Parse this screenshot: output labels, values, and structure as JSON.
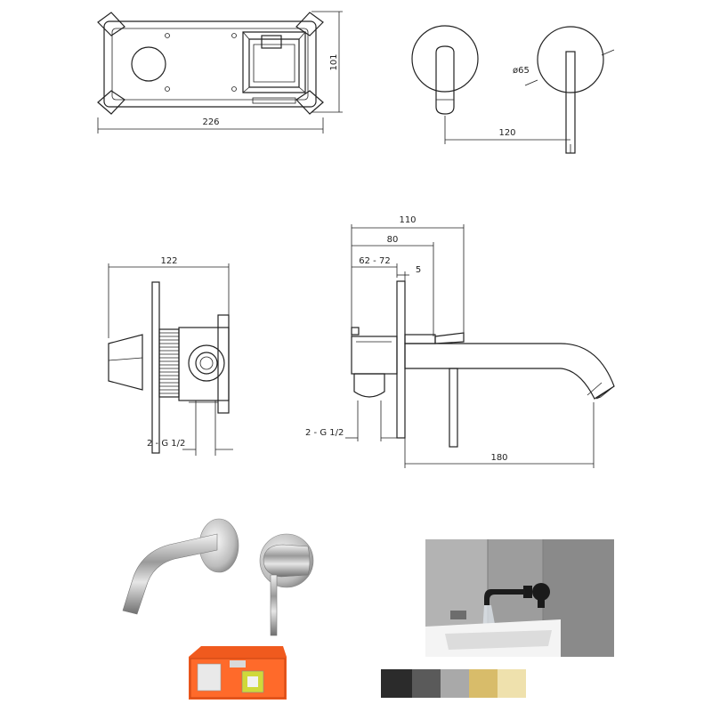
{
  "drawings": {
    "box_top": {
      "width": "226",
      "height": "101"
    },
    "plates_top": {
      "diameter": "ø65",
      "spacing": "120"
    },
    "valve_side": {
      "depth": "122",
      "thread": "2 - G 1/2"
    },
    "installed_side": {
      "overall": "110",
      "spout_offset": "80",
      "wall_range": "62 - 72",
      "plate": "5",
      "thread": "2 - G 1/2",
      "spout_length": "180"
    }
  },
  "swatches": [
    {
      "name": "gunmetal",
      "color": "#2b2b2b"
    },
    {
      "name": "graphite",
      "color": "#5a5a5a"
    },
    {
      "name": "chrome",
      "color": "#a9a9a9"
    },
    {
      "name": "brushed-gold",
      "color": "#d8bc6a"
    },
    {
      "name": "champagne",
      "color": "#efe1ad"
    }
  ]
}
